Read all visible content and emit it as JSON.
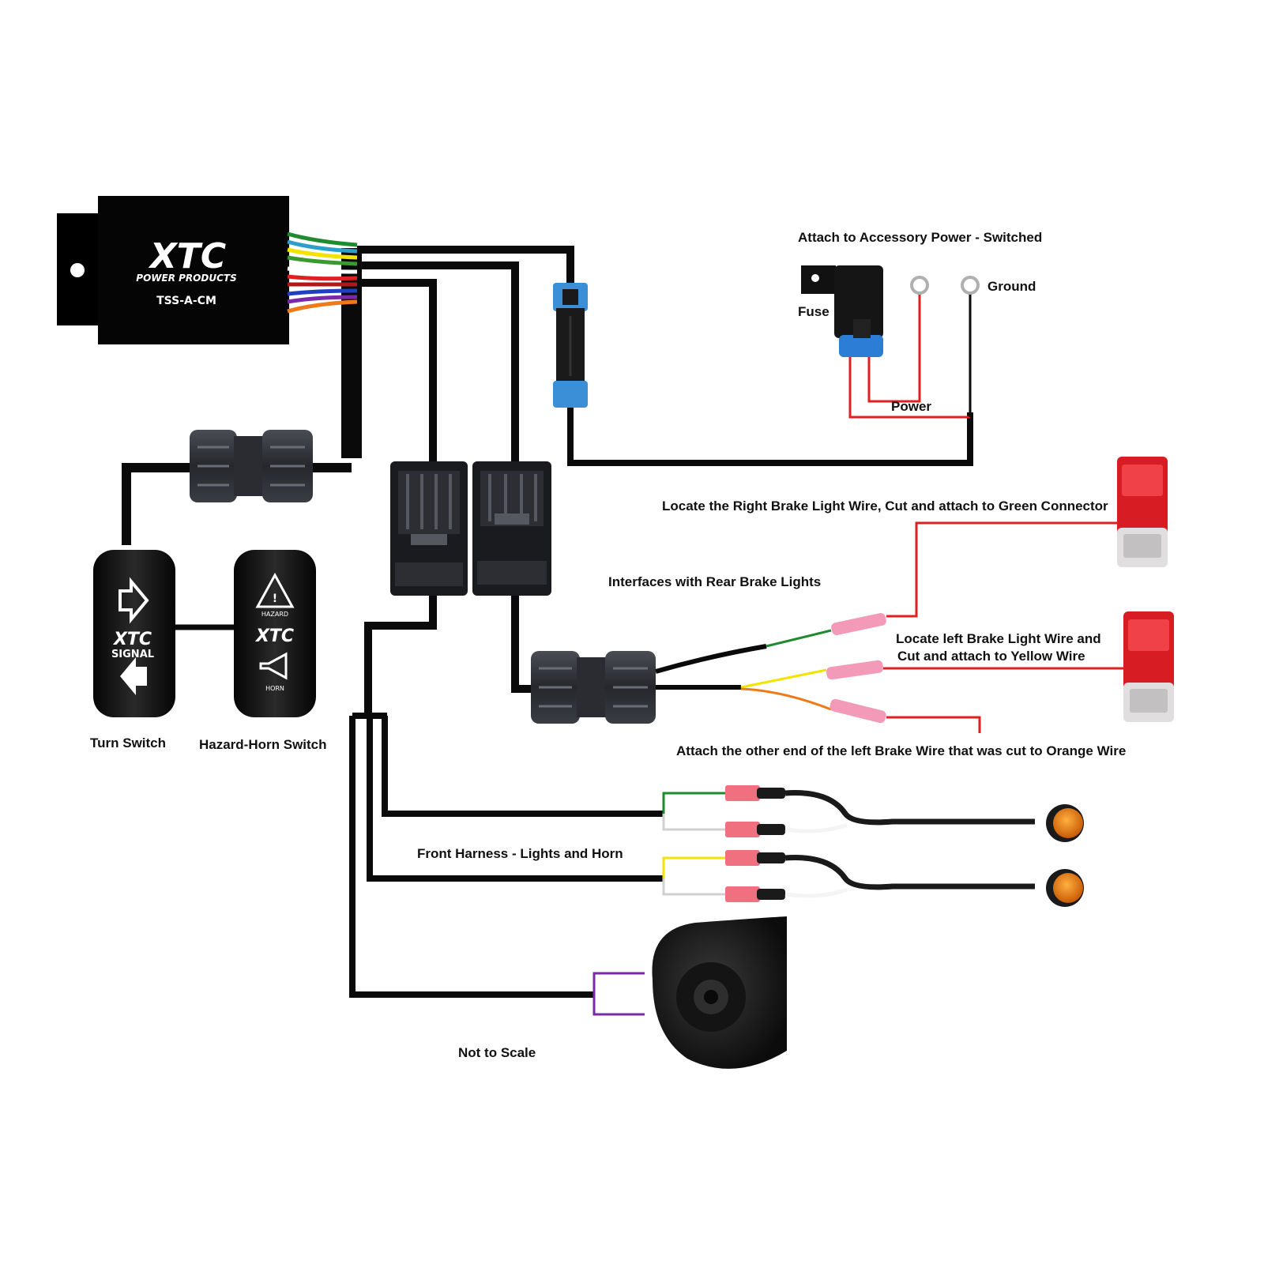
{
  "colors": {
    "harness": "#0a0a0a",
    "connector_blue": "#3a8fd6",
    "power_red": "#e02020",
    "wire_green": "#1f8a2e",
    "wire_yellow": "#f2e400",
    "wire_orange": "#f07a1a",
    "wire_white": "#e8e8e8",
    "wire_purple": "#7a2aa8",
    "lens_red": "#d81c24",
    "lens_amber": "#e87a0c"
  },
  "module": {
    "brand": "XTC",
    "subtitle": "POWER PRODUCTS",
    "model": "TSS-A-CM"
  },
  "switches": {
    "turn": {
      "brand": "XTC",
      "legend": "SIGNAL",
      "icons": [
        "arrow-right-icon",
        "arrow-left-icon"
      ]
    },
    "hazard_horn": {
      "brand": "XTC",
      "hazard_text": "HAZARD",
      "horn_text": "HORN",
      "icons": [
        "hazard-triangle-icon",
        "horn-icon"
      ]
    }
  },
  "labels": {
    "accessory_power": "Attach to Accessory Power - Switched",
    "fuse": "Fuse",
    "ground": "Ground",
    "power": "Power",
    "right_brake": "Locate the Right Brake Light Wire, Cut and attach to Green Connector",
    "rear_interface": "Interfaces with Rear Brake Lights",
    "left_brake_line1": "Locate left Brake Light Wire and",
    "left_brake_line2": "Cut and attach to Yellow Wire",
    "other_end": "Attach the other end of the  left Brake Wire that was cut to Orange Wire",
    "turn_switch": "Turn Switch",
    "hazard_horn_switch": "Hazard-Horn Switch",
    "front_harness": "Front Harness - Lights and Horn",
    "not_to_scale": "Not to Scale"
  }
}
